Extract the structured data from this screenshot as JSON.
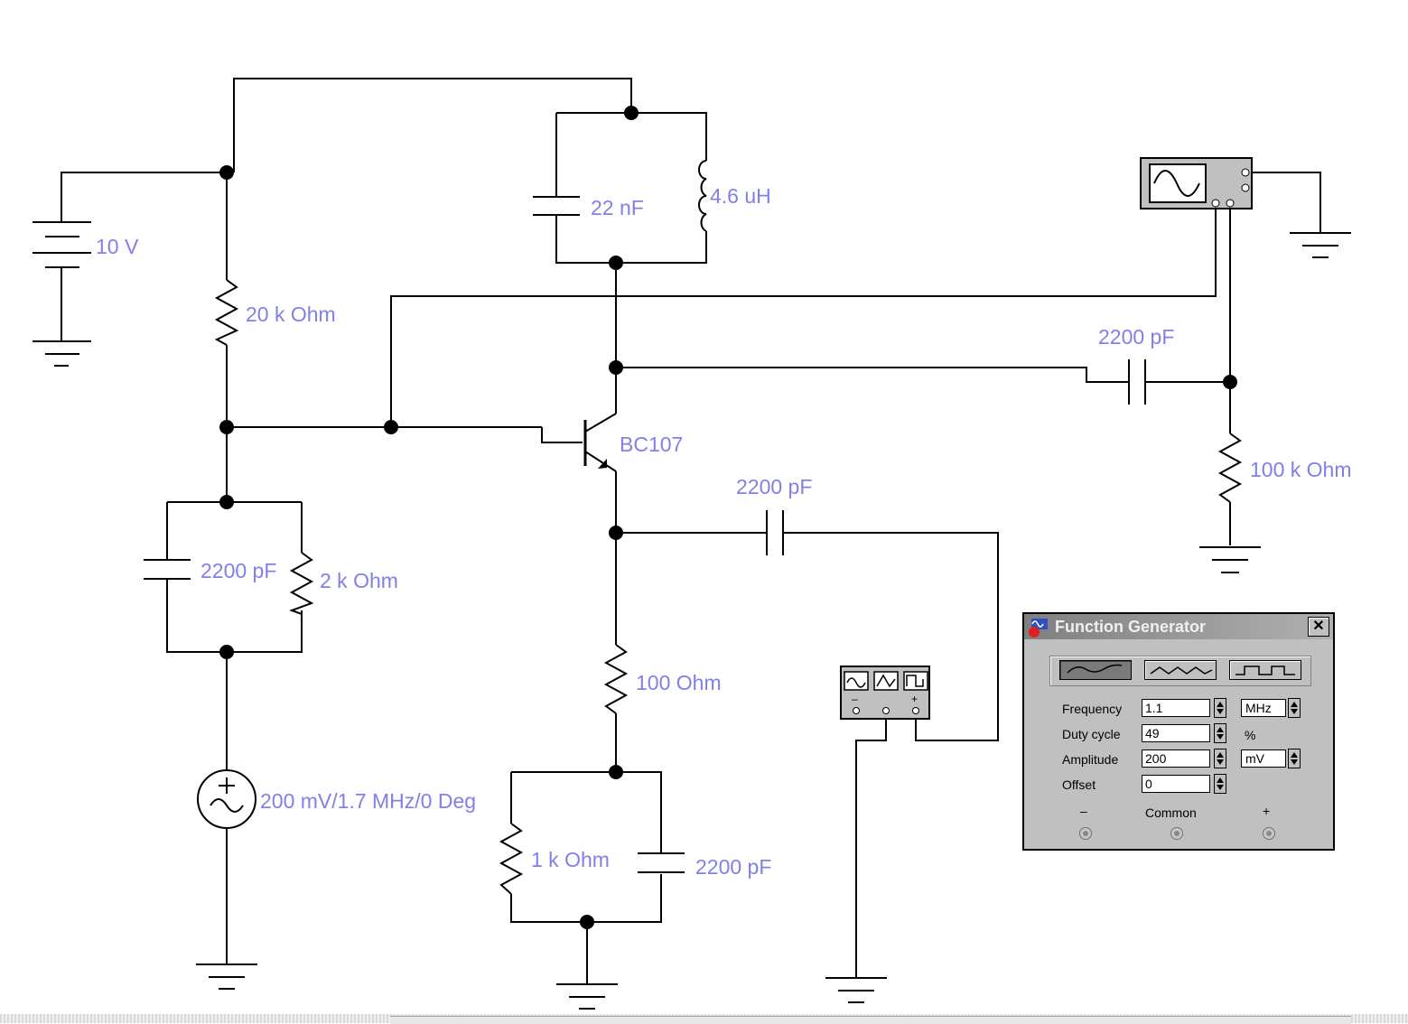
{
  "components": {
    "battery": "10 V",
    "r_bias_top": "20 k Ohm",
    "c_tank": "22 nF",
    "l_tank": "4.6 uH",
    "transistor": "BC107",
    "c_output": "2200 pF",
    "r_load": "100 k Ohm",
    "c_bias": "2200 pF",
    "r_bias_bottom": "2 k Ohm",
    "c_coupling": "2200 pF",
    "r_emitter": "100  Ohm",
    "source": "200 mV/1.7 MHz/0 Deg",
    "r_emitter2": "1 k Ohm",
    "c_emitter": "2200 pF"
  },
  "instruments": {
    "oscilloscope_icon": "oscilloscope-icon",
    "function_generator_icon": "function-generator-icon"
  },
  "function_generator": {
    "title": "Function Generator",
    "close": "✕",
    "waveforms": [
      "sine",
      "triangle",
      "square"
    ],
    "selected_waveform": "sine",
    "frequency": {
      "label": "Frequency",
      "value": "1.1",
      "unit": "MHz"
    },
    "duty_cycle": {
      "label": "Duty cycle",
      "value": "49",
      "unit": "%"
    },
    "amplitude": {
      "label": "Amplitude",
      "value": "200",
      "unit": "mV"
    },
    "offset": {
      "label": "Offset",
      "value": "0"
    },
    "terminals": {
      "minus": "–",
      "common": "Common",
      "plus": "+"
    }
  },
  "instrument_mini": {
    "minus": "–",
    "plus": "+"
  }
}
